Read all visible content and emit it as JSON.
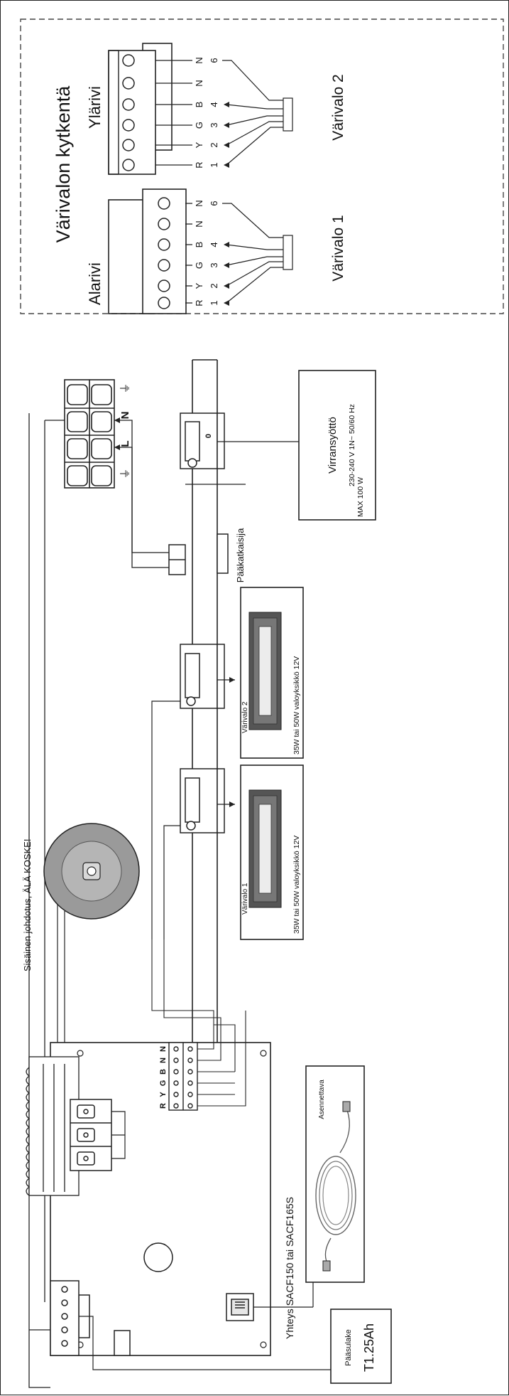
{
  "color_section": {
    "title": "Värivalon kytkentä",
    "lower_row": {
      "label": "Alarivi",
      "letters": [
        "R",
        "Y",
        "G",
        "B",
        "N",
        "N"
      ],
      "numbers": [
        "1",
        "2",
        "3",
        "4",
        "6"
      ],
      "light_label": "Värivalo 1"
    },
    "upper_row": {
      "label": "Ylärivi",
      "letters": [
        "R",
        "Y",
        "G",
        "B",
        "N",
        "N"
      ],
      "numbers": [
        "1",
        "2",
        "3",
        "4",
        "6"
      ],
      "light_label": "Värivalo 2"
    }
  },
  "power_section": {
    "terminal_labels": [
      "L",
      "N"
    ],
    "earth_symbol": "⏚",
    "switch_label": "Pääkatkaisija",
    "switch_mark": "0",
    "supply_box": {
      "title": "Virransyöttö",
      "line1": "230-240 V 1N~ 50/60 Hz",
      "line2": "MAX 100 W"
    }
  },
  "light_units": [
    {
      "label": "Värivalo 2",
      "spec": "35W tai 50W valoyksikkö 12V"
    },
    {
      "label": "Värivalo 1",
      "spec": "35W tai 50W valoyksikkö 12V"
    }
  ],
  "board": {
    "warning": "Sisäinen johdotus, ÄLÄ KOSKE!",
    "terminal_letters": [
      "N",
      "N",
      "B",
      "G",
      "Y",
      "R"
    ],
    "connection_label": "Yhteys SACF150 tai SACF165S",
    "cable_label": "Asennettava"
  },
  "fuse": {
    "title": "Pääsulake",
    "value": "T1.25Ah"
  }
}
